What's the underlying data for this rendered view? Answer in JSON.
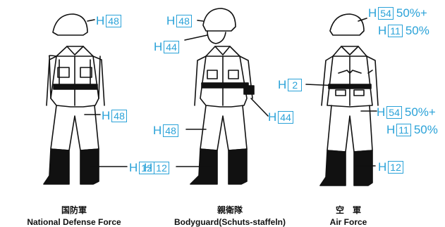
{
  "figures": [
    {
      "name_jp": "国防軍",
      "name_en": "National Defense Force",
      "callouts": [
        {
          "prefix": "H",
          "code": "48",
          "pct": ""
        },
        {
          "prefix": "H",
          "code": "48",
          "pct": ""
        },
        {
          "prefix": "H",
          "code": "12",
          "pct": ""
        }
      ]
    },
    {
      "name_jp": "親衛隊",
      "name_en": "Bodyguard(Schuts-staffeln)",
      "callouts": [
        {
          "prefix": "H",
          "code": "48",
          "pct": ""
        },
        {
          "prefix": "H",
          "code": "44",
          "pct": ""
        },
        {
          "prefix": "H",
          "code": "44",
          "pct": ""
        },
        {
          "prefix": "H",
          "code": "48",
          "pct": ""
        },
        {
          "prefix": "H",
          "code": "12",
          "pct": ""
        }
      ]
    },
    {
      "name_jp": "空　軍",
      "name_en": "Air Force",
      "callouts": [
        {
          "prefix": "H",
          "code": "54",
          "pct": "50%+"
        },
        {
          "prefix": "H",
          "code": "11",
          "pct": "50%"
        },
        {
          "prefix": "H",
          "code": "2",
          "pct": ""
        },
        {
          "prefix": "H",
          "code": "54",
          "pct": "50%+"
        },
        {
          "prefix": "H",
          "code": "11",
          "pct": "50%"
        },
        {
          "prefix": "H",
          "code": "12",
          "pct": ""
        }
      ]
    }
  ],
  "colors": {
    "callout": "#2aa2d8",
    "line": "#111111",
    "boots": "#111111"
  }
}
